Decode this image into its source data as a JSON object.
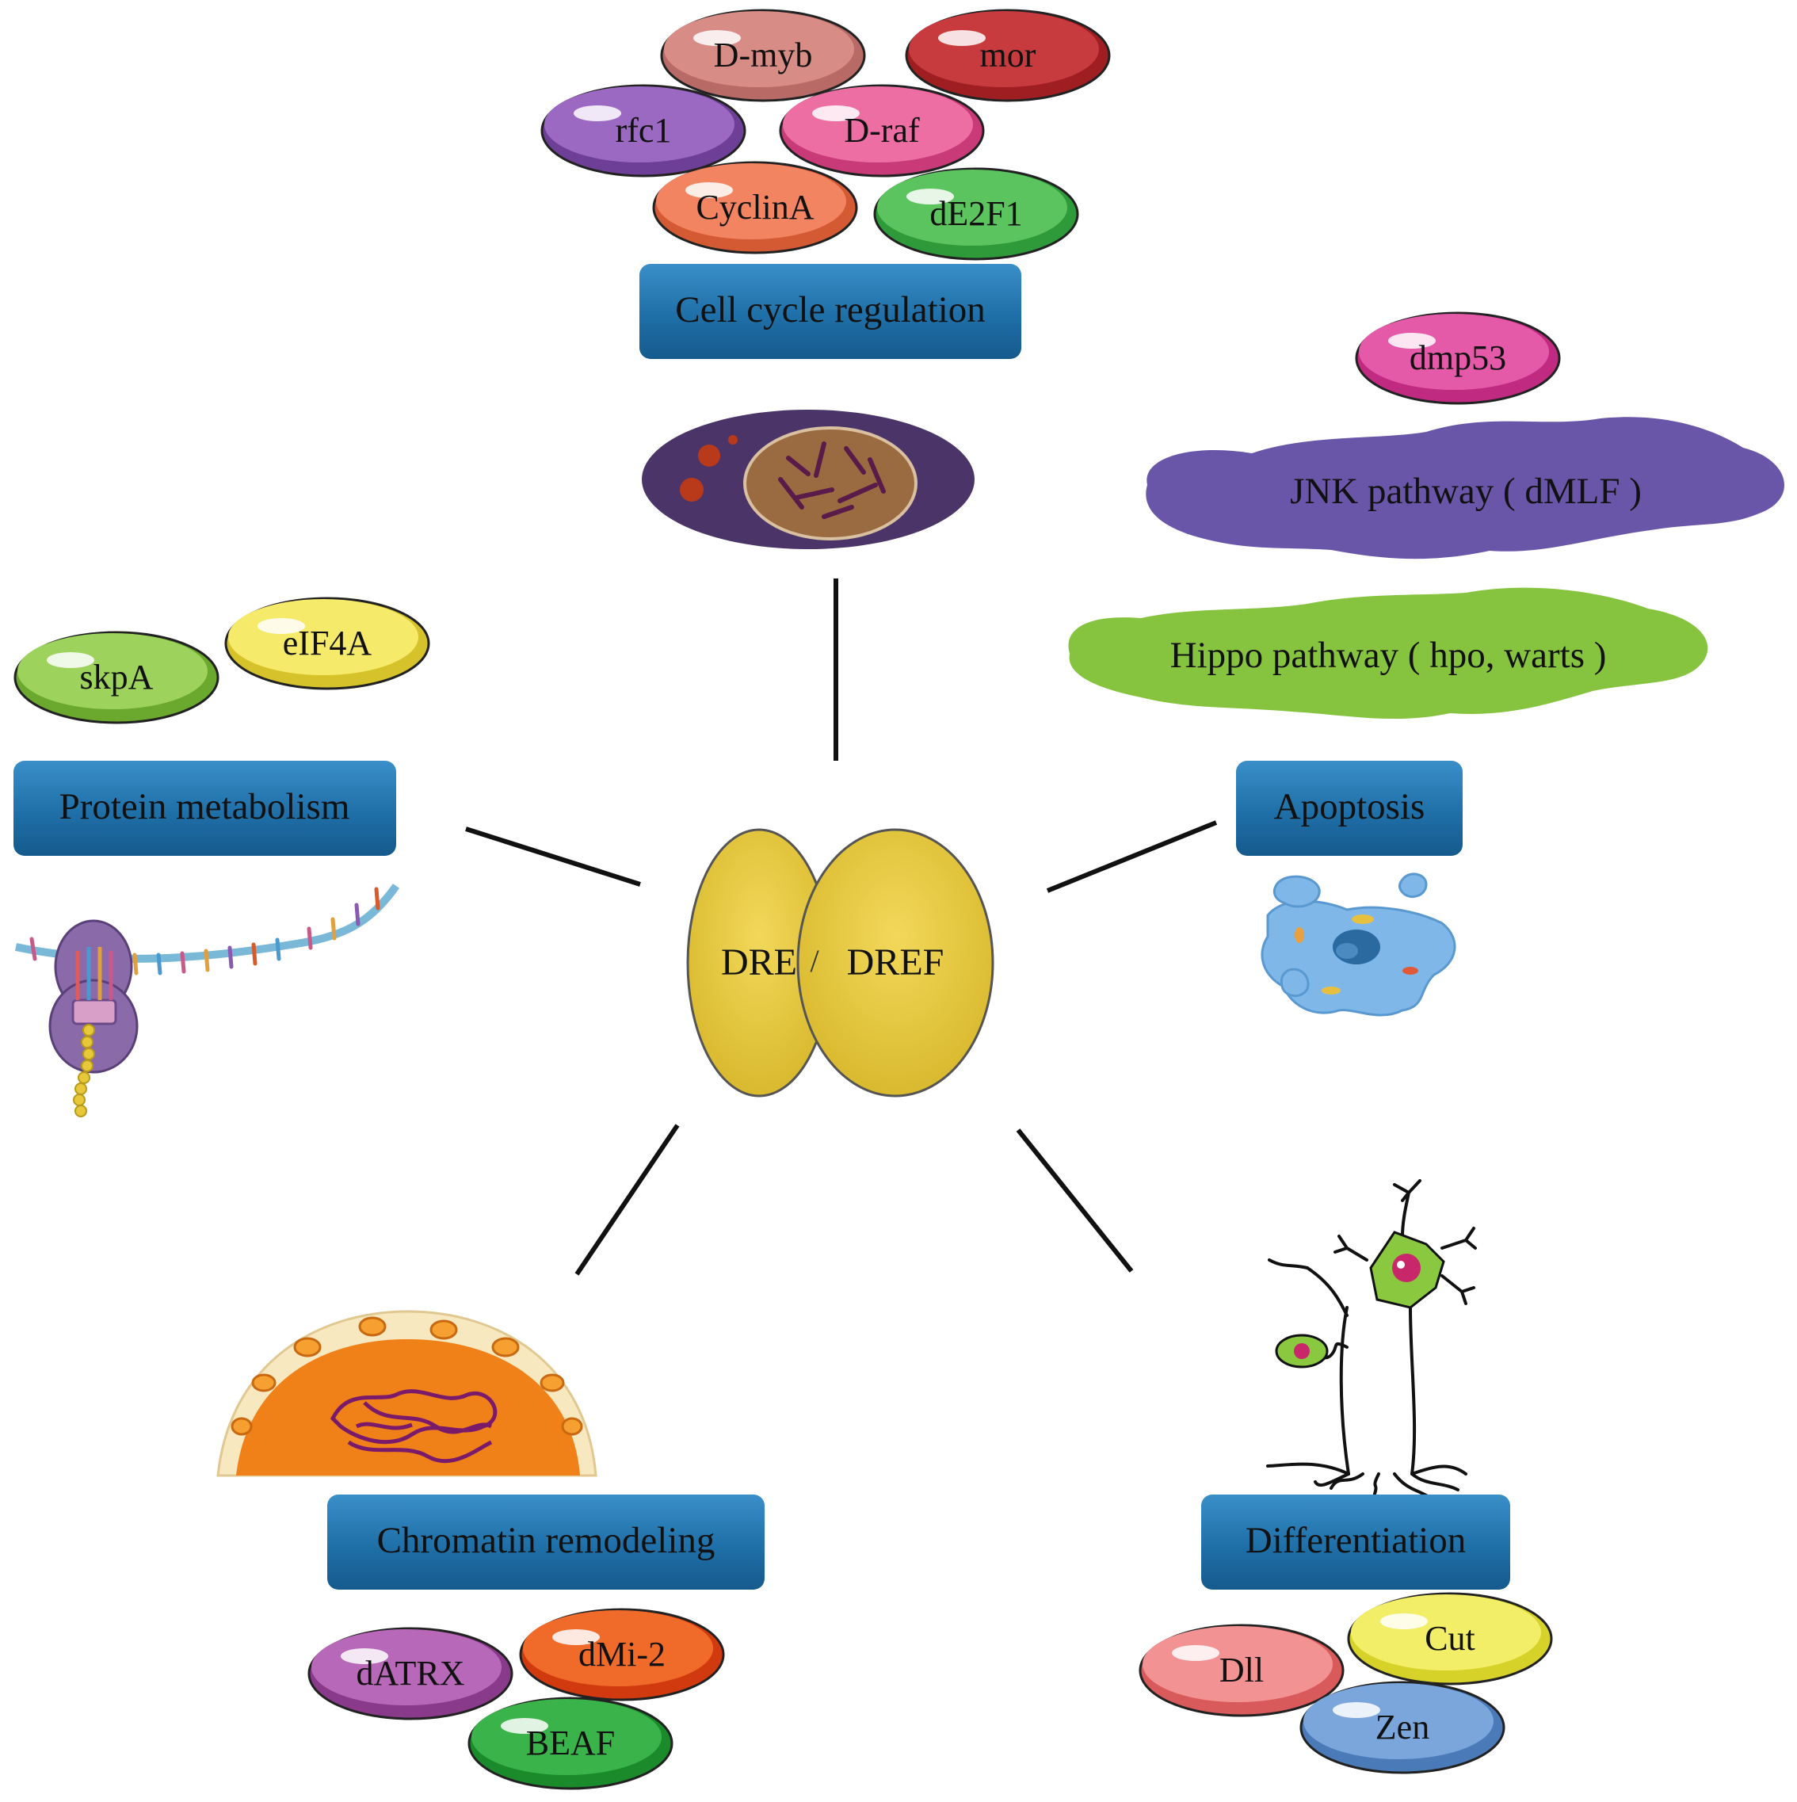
{
  "center": {
    "left_label": "DRE",
    "divider": "/",
    "right_label": "DREF"
  },
  "categories": {
    "cell_cycle": "Cell cycle regulation",
    "protein_metabolism": "Protein metabolism",
    "apoptosis": "Apoptosis",
    "chromatin": "Chromatin remodeling",
    "differentiation": "Differentiation"
  },
  "pathways": {
    "jnk": "JNK pathway ( dMLF )",
    "hippo": "Hippo pathway  ( hpo, warts )"
  },
  "genes": {
    "d_myb": "D-myb",
    "mor": "mor",
    "rfc1": "rfc1",
    "d_raf": "D-raf",
    "cyclin_a": "CyclinA",
    "de2f1": "dE2F1",
    "dmp53": "dmp53",
    "skpa": "skpA",
    "eif4a": "eIF4A",
    "datrx": "dATRX",
    "dmi2": "dMi-2",
    "beaf": "BEAF",
    "dll": "Dll",
    "cut": "Cut",
    "zen": "Zen"
  },
  "colors": {
    "box_blue": "#1f6fa8",
    "center_yellow": "#e8cc3e",
    "jnk_purple": "#6a56a8",
    "hippo_green": "#86c440"
  }
}
